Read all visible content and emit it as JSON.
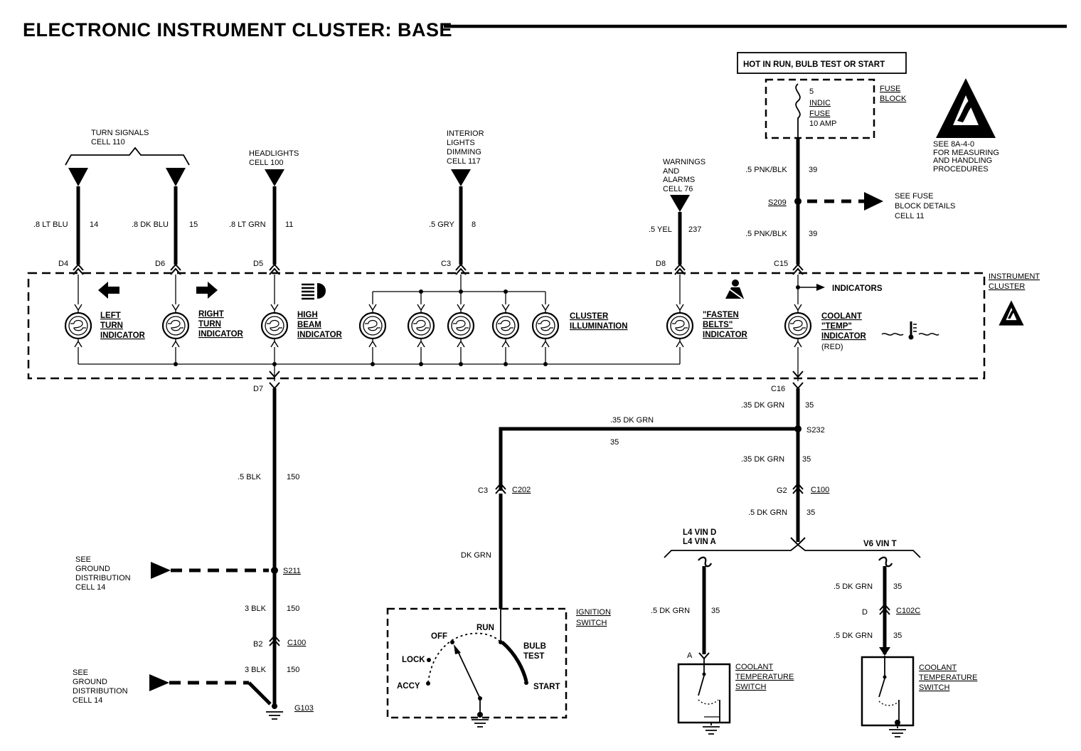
{
  "title": "ELECTRONIC INSTRUMENT CLUSTER: BASE",
  "top_power": {
    "hot_label": "HOT IN RUN, BULB TEST OR START",
    "fuse": {
      "lines": [
        "5",
        "INDIC",
        "FUSE",
        "10 AMP"
      ],
      "block_label": [
        "FUSE",
        "BLOCK"
      ]
    },
    "esd_note": [
      "SEE 8A-4-0",
      "FOR MEASURING",
      "AND HANDLING",
      "PROCEDURES"
    ],
    "wire_1": {
      "gauge": ".5 PNK/BLK",
      "circuit": "39"
    },
    "splice": "S209",
    "see_fuse_block": [
      "SEE FUSE",
      "BLOCK DETAILS",
      "CELL 11"
    ],
    "wire_2": {
      "gauge": ".5 PNK/BLK",
      "circuit": "39"
    },
    "connector": "C15"
  },
  "inputs": [
    {
      "ref_lines": [],
      "gauge": ".8 LT BLU",
      "circuit": "14",
      "connector": "D4"
    },
    {
      "ref_lines": [],
      "gauge": ".8 DK BLU",
      "circuit": "15",
      "connector": "D6"
    },
    {
      "ref_lines": [
        "HEADLIGHTS",
        "CELL 100"
      ],
      "gauge": ".8 LT GRN",
      "circuit": "11",
      "connector": "D5"
    },
    {
      "ref_lines": [
        "INTERIOR",
        "LIGHTS",
        "DIMMING",
        "CELL 117"
      ],
      "gauge": ".5 GRY",
      "circuit": "8",
      "connector": "C3"
    },
    {
      "ref_lines": [
        "WARNINGS",
        "AND",
        "ALARMS",
        "CELL 76"
      ],
      "gauge": ".5 YEL",
      "circuit": "237",
      "connector": "D8"
    }
  ],
  "turn_signals_ref": [
    "TURN SIGNALS",
    "CELL 110"
  ],
  "cluster": {
    "label": [
      "INSTRUMENT",
      "CLUSTER"
    ],
    "indicators_label": "INDICATORS",
    "lamps": [
      {
        "label": [
          "LEFT",
          "TURN",
          "INDICATOR"
        ]
      },
      {
        "label": [
          "RIGHT",
          "TURN",
          "INDICATOR"
        ]
      },
      {
        "label": [
          "HIGH",
          "BEAM",
          "INDICATOR"
        ]
      },
      {
        "label": [
          "CLUSTER",
          "ILLUMINATION"
        ]
      },
      {
        "label": [
          "\"FASTEN",
          "BELTS\"",
          "INDICATOR"
        ]
      },
      {
        "label": [
          "COOLANT",
          "\"TEMP\"",
          "INDICATOR",
          "(RED)"
        ]
      }
    ]
  },
  "ground_path": {
    "connector_top": "D7",
    "wire_1": {
      "gauge": ".5 BLK",
      "circuit": "150"
    },
    "see_ground_1": [
      "SEE",
      "GROUND",
      "DISTRIBUTION",
      "CELL 14"
    ],
    "splice": "S211",
    "wire_2": {
      "gauge": "3 BLK",
      "circuit": "150"
    },
    "connector": {
      "pin": "B2",
      "name": "C100"
    },
    "wire_3": {
      "gauge": "3 BLK",
      "circuit": "150"
    },
    "see_ground_2": [
      "SEE",
      "GROUND",
      "DISTRIBUTION",
      "CELL 14"
    ],
    "ground": "G103"
  },
  "temp_path": {
    "connector_top": "C16",
    "wire_1": {
      "gauge": ".35 DK GRN",
      "circuit": "35"
    },
    "splice": "S232",
    "branch_wire": {
      "gauge": ".35 DK GRN",
      "circuit": "35"
    },
    "wire_2": {
      "gauge": ".35 DK GRN",
      "circuit": "35"
    },
    "connector": {
      "pin": "G2",
      "name": "C100"
    },
    "wire_3": {
      "gauge": ".5 DK GRN",
      "circuit": "35"
    },
    "variant_left": [
      "L4 VIN D",
      "L4 VIN A"
    ],
    "variant_right": "V6 VIN T",
    "left_wire": {
      "gauge": ".5 DK GRN",
      "circuit": "35"
    },
    "left_pin": "A",
    "right_wire_1": {
      "gauge": ".5 DK GRN",
      "circuit": "35"
    },
    "right_connector": {
      "pin": "D",
      "name": "C102C"
    },
    "right_wire_2": {
      "gauge": ".5 DK GRN",
      "circuit": "35"
    },
    "switch_label": [
      "COOLANT",
      "TEMPERATURE",
      "SWITCH"
    ]
  },
  "ignition": {
    "connector": {
      "pin": "C3",
      "name": "C202"
    },
    "wire": {
      "gauge": "DK GRN"
    },
    "label": [
      "IGNITION",
      "SWITCH"
    ],
    "positions": [
      "OFF",
      "RUN",
      "BULB",
      "TEST",
      "LOCK",
      "ACCY",
      "START"
    ]
  }
}
